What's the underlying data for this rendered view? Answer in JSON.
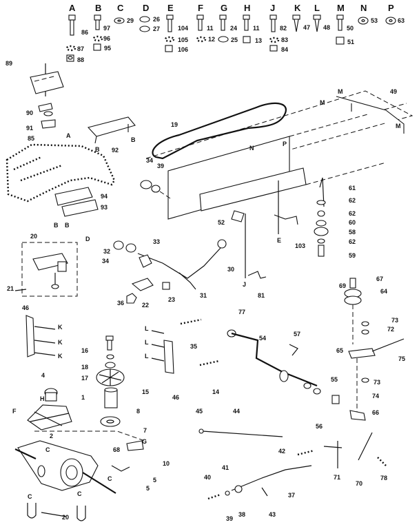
{
  "legend": [
    {
      "letter": "A",
      "parts": [
        "86",
        "87",
        "88"
      ]
    },
    {
      "letter": "B",
      "parts": [
        "97",
        "96",
        "95"
      ]
    },
    {
      "letter": "C",
      "parts": [
        "29"
      ]
    },
    {
      "letter": "D",
      "parts": [
        "26",
        "27"
      ]
    },
    {
      "letter": "E",
      "parts": [
        "104",
        "105",
        "106"
      ]
    },
    {
      "letter": "F",
      "parts": [
        "11",
        "12"
      ]
    },
    {
      "letter": "G",
      "parts": [
        "24",
        "25"
      ]
    },
    {
      "letter": "H",
      "parts": [
        "11",
        "13"
      ]
    },
    {
      "letter": "J",
      "parts": [
        "82",
        "83",
        "84"
      ]
    },
    {
      "letter": "K",
      "parts": [
        "47"
      ]
    },
    {
      "letter": "L",
      "parts": [
        "48"
      ]
    },
    {
      "letter": "M",
      "parts": [
        "50",
        "51"
      ]
    },
    {
      "letter": "N",
      "parts": [
        "53"
      ]
    },
    {
      "letter": "P",
      "parts": [
        "63"
      ]
    }
  ],
  "callouts": {
    "c89": "89",
    "c90": "90",
    "c91": "91",
    "c85": "85",
    "cA1": "A",
    "c92": "92",
    "cB1": "B",
    "cB2": "B",
    "c19": "19",
    "c49": "49",
    "cM1": "M",
    "cM2": "M",
    "cM3": "M",
    "cN": "N",
    "cP": "P",
    "c34a": "34",
    "c39": "39",
    "c94": "94",
    "c93": "93",
    "cB3": "B",
    "cB4": "B",
    "c61": "61",
    "c62a": "62",
    "c62b": "62",
    "c60": "60",
    "c58": "58",
    "c62c": "62",
    "c59": "59",
    "c52": "52",
    "cE1": "E",
    "c103": "103",
    "c20a": "20",
    "cD": "D",
    "c21": "21",
    "c32": "32",
    "c33": "33",
    "c34b": "34",
    "c30": "30",
    "c36": "36",
    "c22": "22",
    "c23": "23",
    "c31": "31",
    "cJ1": "J",
    "c81": "81",
    "c69": "69",
    "c67": "67",
    "c64": "64",
    "c46a": "46",
    "cK1": "K",
    "cK2": "K",
    "cK3": "K",
    "c16": "16",
    "c18": "18",
    "c17": "17",
    "c15": "15",
    "cL1": "L",
    "cL2": "L",
    "cL3": "L",
    "c46b": "46",
    "c35": "35",
    "c14": "14",
    "c77": "77",
    "c54": "54",
    "c57": "57",
    "c73a": "73",
    "c72": "72",
    "c65": "65",
    "c75": "75",
    "c55": "55",
    "c56a": "56",
    "c73b": "73",
    "c74": "74",
    "c66": "66",
    "c4": "4",
    "cH": "H",
    "c1": "1",
    "cF": "F",
    "c2": "2",
    "cC1": "C",
    "c8": "8",
    "c7": "7",
    "c45": "45",
    "c44": "44",
    "c68": "68",
    "cG": "G",
    "c10": "10",
    "c5a": "5",
    "c5b": "5",
    "cC2": "C",
    "cC3": "C",
    "cC4": "C",
    "c20b": "20",
    "c42": "42",
    "c71": "71",
    "c70": "70",
    "c78": "78",
    "c40": "40",
    "c41": "41",
    "c37": "37",
    "c39b": "39",
    "c38": "38",
    "c43": "43"
  }
}
